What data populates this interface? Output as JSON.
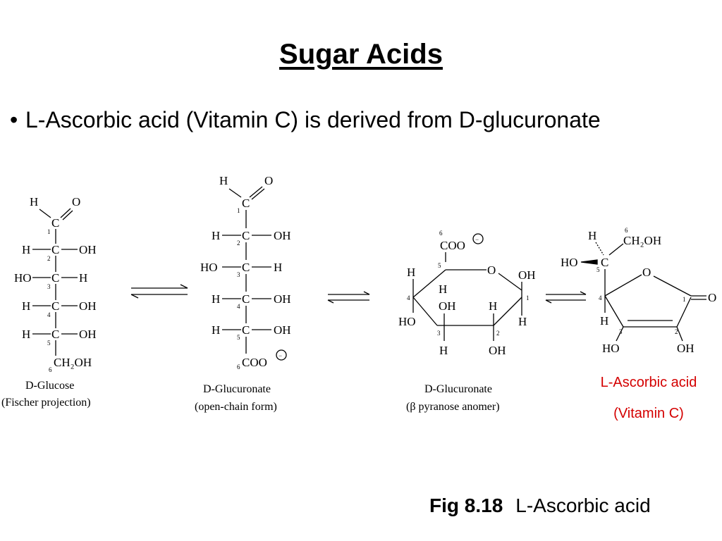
{
  "title": "Sugar Acids",
  "bullet": {
    "symbol": "•",
    "text": "L-Ascorbic acid (Vitamin C) is derived from D-glucuronate"
  },
  "figure": {
    "number": "Fig 8.18",
    "caption": "L-Ascorbic acid"
  },
  "labels": {
    "glucose": [
      "D-Glucose",
      "(Fischer projection)"
    ],
    "glucuronate_open": [
      "D-Glucuronate",
      "(open-chain form)"
    ],
    "glucuronate_pyranose": [
      "D-Glucuronate",
      "(β pyranose anomer)"
    ],
    "ascorbic": [
      "L-Ascorbic acid",
      "(Vitamin C)"
    ]
  },
  "atoms": {
    "H": "H",
    "O": "O",
    "C": "C",
    "OH": "OH",
    "HO": "HO",
    "CH2OH": "CH₂OH",
    "COO": "COO",
    "minus": "−"
  },
  "numbers": {
    "n1": "1",
    "n2": "2",
    "n3": "3",
    "n4": "4",
    "n5": "5",
    "n6": "6"
  },
  "colors": {
    "accent": "#d40000"
  }
}
